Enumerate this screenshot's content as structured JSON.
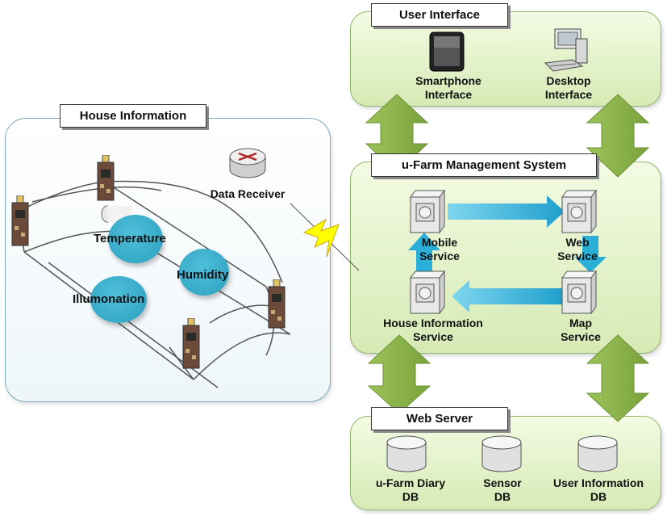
{
  "user_interface": {
    "title": "User Interface",
    "smartphone_label": "Smartphone\nInterface",
    "desktop_label": "Desktop\nInterface"
  },
  "management": {
    "title": "u-Farm Management System",
    "mobile_label": "Mobile\nService",
    "web_label": "Web\nService",
    "house_label": "House Information\nService",
    "map_label": "Map\nService"
  },
  "web_server": {
    "title": "Web Server",
    "diary_label": "u-Farm Diary\nDB",
    "sensor_label": "Sensor\nDB",
    "userinfo_label": "User Information\nDB"
  },
  "house": {
    "title": "House Information",
    "receiver_label": "Data Receiver",
    "temperature": "Temperature",
    "humidity": "Humidity",
    "illumination": "Illumonation"
  },
  "colors": {
    "panel_green": "#d6eab5",
    "arrow_green": "#8ab34a",
    "flow_blue": "#2ab0d8",
    "bubble_blue": "#2b9fbf",
    "lightning": "#ffff00"
  },
  "icons": [
    "smartphone-icon",
    "desktop-computer-icon",
    "server-icon",
    "database-icon",
    "router-icon",
    "sensor-board-icon",
    "lightning-icon"
  ]
}
